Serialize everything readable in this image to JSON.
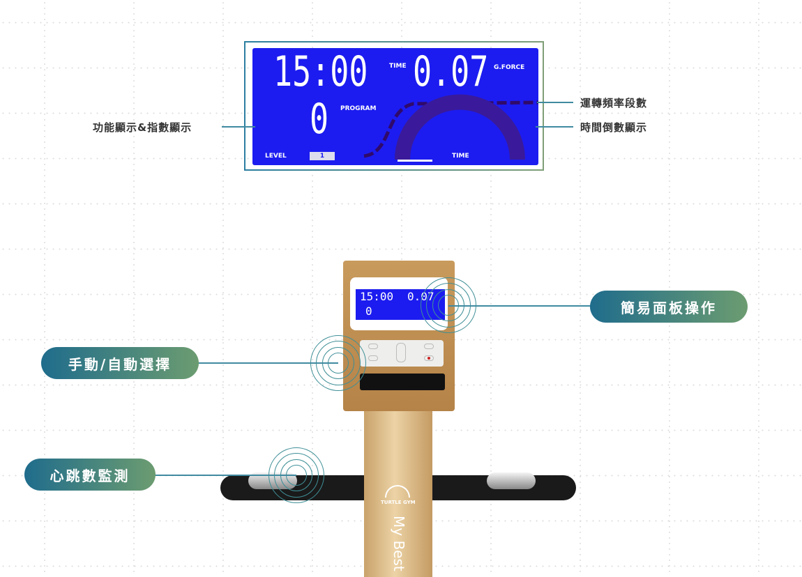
{
  "lcd": {
    "time_value": "15:00",
    "time_label": "TIME",
    "gforce_value": "0.07",
    "gforce_label": "G.FORCE",
    "program_value": "0",
    "program_label": "PROGRAM",
    "level_label": "LEVEL",
    "level_value": "1",
    "time_bottom_label": "TIME"
  },
  "annotations": {
    "left": "功能顯示&指數顯示",
    "right_top": "運轉頻率段數",
    "right_bottom": "時間倒數顯示"
  },
  "callouts": {
    "panel": "簡易面板操作",
    "mode": "手動/自動選擇",
    "heart": "心跳數監測"
  },
  "product": {
    "logo": "TURTLE GYM",
    "pole_text": "My Best",
    "mini_time": "15:00",
    "mini_gforce": "0.07",
    "mini_program": "0"
  },
  "colors": {
    "lcd": "#1c1cf0",
    "accent_start": "#1f6c8c",
    "accent_end": "#6c9c70",
    "gold": "#c89a5c"
  }
}
